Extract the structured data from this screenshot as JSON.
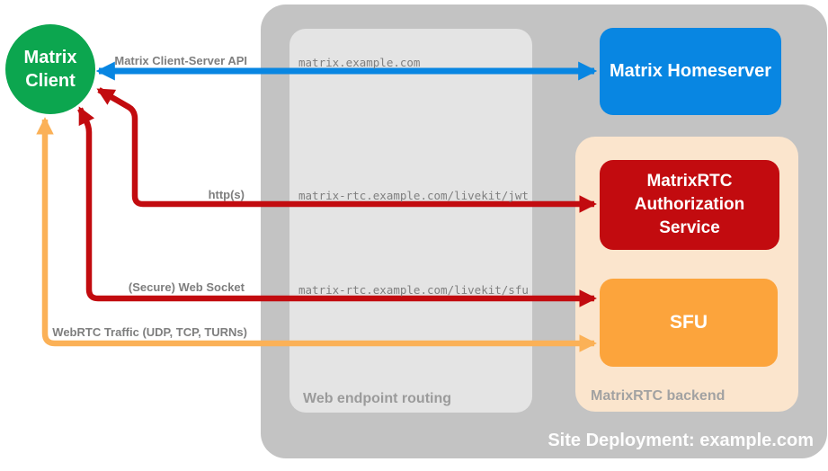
{
  "groups": {
    "site_deployment": {
      "caption": "Site Deployment: example.com"
    },
    "web_endpoint_routing": {
      "caption": "Web endpoint routing"
    },
    "matrixrtc_backend": {
      "caption": "MatrixRTC backend"
    }
  },
  "nodes": {
    "client": {
      "label": "Matrix Client",
      "color": "#0CA64F"
    },
    "homeserver": {
      "label": "Matrix Homeserver",
      "color": "#0886E2"
    },
    "auth_service": {
      "label": "MatrixRTC Authorization Service",
      "color": "#C20B0F"
    },
    "sfu": {
      "label": "SFU",
      "color": "#FCA43C"
    }
  },
  "connections": {
    "client_server_api": {
      "label": "Matrix Client-Server API",
      "endpoint": "matrix.example.com",
      "color": "#0886E2",
      "bidirectional": true
    },
    "https_jwt": {
      "label": "http(s)",
      "endpoint": "matrix-rtc.example.com/livekit/jwt",
      "color": "#C20B0F",
      "bidirectional": true
    },
    "websocket_sfu": {
      "label": "(Secure) Web Socket",
      "endpoint": "matrix-rtc.example.com/livekit/sfu",
      "color": "#C20B0F",
      "bidirectional": true
    },
    "webrtc_traffic": {
      "label": "WebRTC Traffic (UDP, TCP, TURNs)",
      "color": "#FBB157",
      "bidirectional": true
    }
  }
}
